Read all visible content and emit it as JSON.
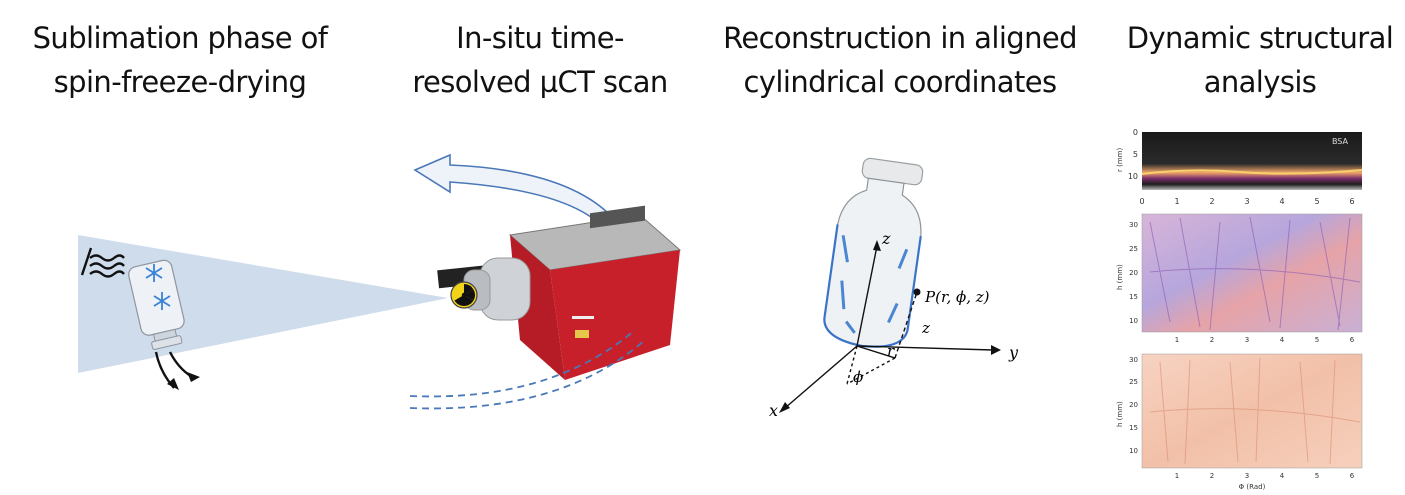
{
  "titles": [
    {
      "line1": "Sublimation phase of",
      "line2": "spin-freeze-drying"
    },
    {
      "line1": "In-situ time-",
      "line2": "resolved µCT scan"
    },
    {
      "line1": "Reconstruction in aligned",
      "line2": "cylindrical coordinates"
    },
    {
      "line1": "Dynamic structural",
      "line2": "analysis"
    }
  ],
  "coords": {
    "z_label": "z",
    "y_label": "y",
    "x_label": "x",
    "phi_label": "ϕ",
    "r_label": "r",
    "z2_label": "z",
    "point_label": "P(r, ϕ, z)"
  },
  "analysis": {
    "top_plot": {
      "ylabel": "r (mm)",
      "badge": "BSA",
      "yticks": [
        "0",
        "5",
        "10"
      ],
      "xticks": [
        "0",
        "1",
        "2",
        "3",
        "4",
        "5",
        "6"
      ]
    },
    "mid_plot": {
      "ylabel": "h (mm)",
      "yticks": [
        "30",
        "25",
        "20",
        "15",
        "10"
      ],
      "xticks": [
        "1",
        "2",
        "3",
        "4",
        "5",
        "6"
      ]
    },
    "bottom_plot": {
      "ylabel": "h (mm)",
      "xlabel": "Φ (Rad)",
      "yticks": [
        "30",
        "25",
        "20",
        "15",
        "10"
      ],
      "xticks": [
        "1",
        "2",
        "3",
        "4",
        "5",
        "6"
      ]
    }
  },
  "colors": {
    "beam": "#cfdcec",
    "scanner_red": "#c8202a",
    "arrow_blue": "#4a78b8",
    "heat_dark": "#222222",
    "mid_map": "#c9a9d4",
    "bottom_map": "#f4cbb8"
  }
}
